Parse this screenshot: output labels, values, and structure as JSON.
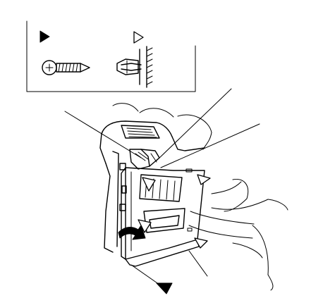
{
  "legend": {
    "items": [
      {
        "marker": "solid-triangle",
        "icon": "screw-icon",
        "meaning": "screw"
      },
      {
        "marker": "hollow-triangle",
        "icon": "clip-icon",
        "meaning": "clip"
      }
    ]
  },
  "figure": {
    "subject": "interior-trim-panel-removal",
    "callout_markers": [
      {
        "marker": "hollow-triangle",
        "count": 4
      },
      {
        "marker": "solid-triangle",
        "count": 1
      }
    ],
    "leader_lines": 4
  },
  "colors": {
    "ink": "#000000",
    "paper": "#ffffff"
  }
}
